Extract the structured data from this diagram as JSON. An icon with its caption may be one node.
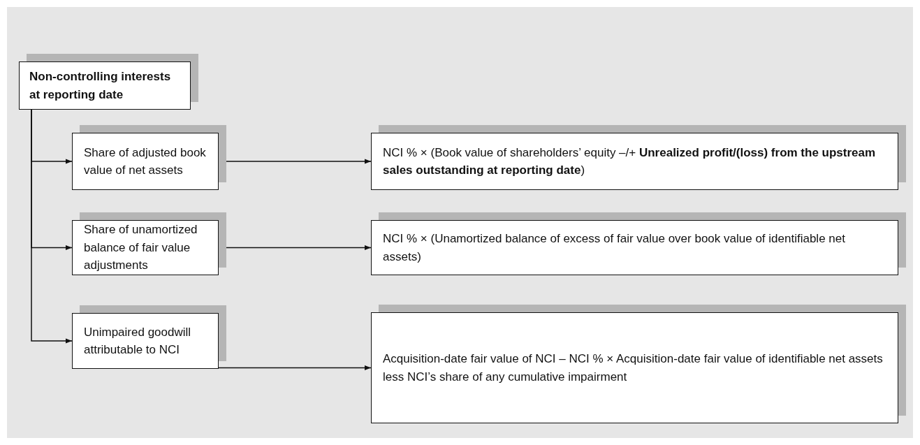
{
  "diagram": {
    "nodes": [
      {
        "text": [
          "Non-controlling interests at reporting date"
        ]
      },
      {
        "text": [
          "Share of adjusted book value of net assets"
        ]
      },
      {
        "text": [
          "NCI % × (Book value of shareholders’ equity –/+ **Unrealized profit/(loss) from the upstream sales outstanding at reporting date**)"
        ]
      },
      {
        "text": [
          "Share of unamortized balance of fair value adjustments"
        ]
      },
      {
        "text": [
          "NCI % × (Unamortized balance of excess of fair value over book value of identifiable net assets)"
        ]
      },
      {
        "text": [
          "Unimpaired goodwill attributable to NCI"
        ]
      },
      {
        "text": [
          "Acquisition-date fair value of NCI – NCI % × Acquisition-date fair value of identifiable net assets less NCI’s share of any cumulative impairment"
        ]
      }
    ],
    "edges": [
      {
        "from": 0,
        "to": 1,
        "arrow": "to"
      },
      {
        "from": 0,
        "to": 3,
        "arrow": "to"
      },
      {
        "from": 0,
        "to": 5,
        "arrow": "to"
      },
      {
        "from": 1,
        "to": 2,
        "arrow": "to"
      },
      {
        "from": 3,
        "to": 4,
        "arrow": "to"
      },
      {
        "from": 5,
        "to": 6,
        "arrow": "to"
      }
    ]
  }
}
